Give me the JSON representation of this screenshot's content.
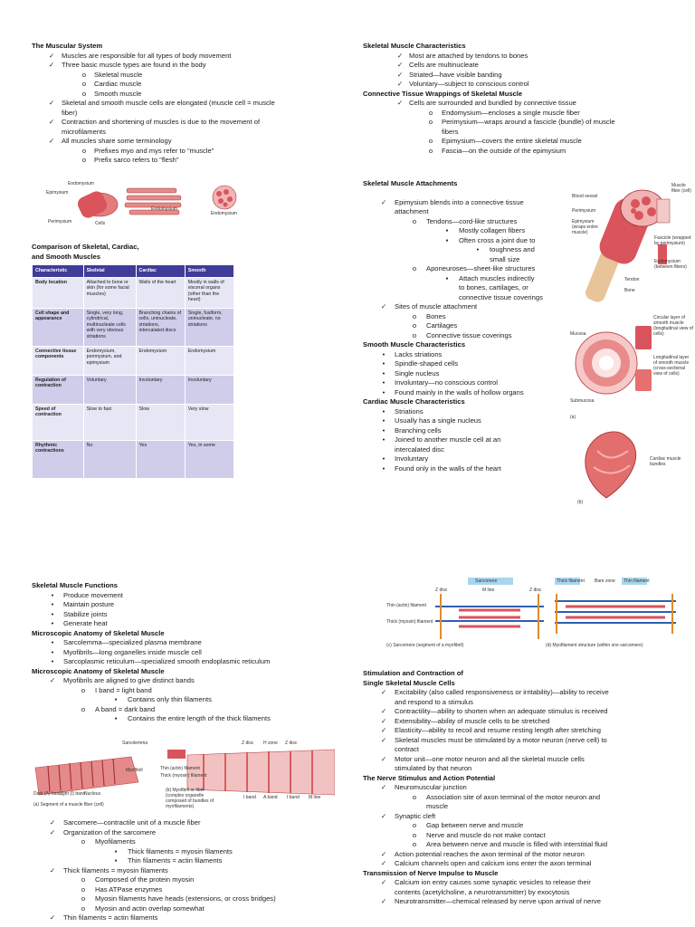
{
  "muscular_system": {
    "title": "The Muscular System",
    "b1": "Muscles are responsible for all types of body movement",
    "b2": "Three basic muscle types are found in the body",
    "b2_items": [
      "Skeletal muscle",
      "Cardiac muscle",
      "Smooth muscle"
    ],
    "b3a": "Skeletal and smooth muscle cells are elongated (muscle cell = muscle",
    "b3b": "fiber)",
    "b4a": "Contraction and shortening of muscles is due to the movement of",
    "b4b": "microfilaments",
    "b5": "All muscles share some terminology",
    "b5_items": [
      "Prefixes myo and mys refer to \"muscle\"",
      "Prefix sarco refers to \"flesh\""
    ],
    "fig_labels": [
      "Endomysium",
      "Epimysium",
      "Perimysium",
      "Cells",
      "Endomysium",
      "Endomysium"
    ]
  },
  "comparison": {
    "title1": "Comparison of Skeletal, Cardiac,",
    "title2": "and Smooth Muscles",
    "headers": [
      "Characteristic",
      "Skeletal",
      "Cardiac",
      "Smooth"
    ],
    "rows": [
      [
        "Body location",
        "Attached to bone or skin (for some facial muscles)",
        "Walls of the heart",
        "Mostly in walls of visceral organs (other than the heart)"
      ],
      [
        "Cell shape and appearance",
        "Single, very long, cylindrical, multinucleate cells with very obvious striations",
        "Branching chains of cells, uninucleate, striations, intercalated discs",
        "Single, fusiform, uninucleate, no striations"
      ],
      [
        "Connective tissue components",
        "Endomysium, perimysium, and epimysium",
        "Endomysium",
        "Endomysium"
      ],
      [
        "Regulation of contraction",
        "Voluntary",
        "Involuntary",
        "Involuntary"
      ],
      [
        "Speed of contraction",
        "Slow to fast",
        "Slow",
        "Very slow"
      ],
      [
        "Rhythmic contractions",
        "No",
        "Yes",
        "Yes, in some"
      ]
    ]
  },
  "skeletal_characteristics": {
    "title": "Skeletal Muscle Characteristics",
    "items": [
      "Most are attached by tendons to bones",
      "Cells are multinucleate",
      "Striated—have visible banding",
      "Voluntary—subject to conscious control"
    ],
    "wrap_title": "Connective Tissue Wrappings of Skeletal Muscle",
    "wrap_item": "Cells are surrounded and bundled by connective tissue",
    "w1": "Endomysium—encloses a single muscle fiber",
    "w2a": "Perimysium—wraps around a fascicle (bundle) of muscle",
    "w2b": "fibers",
    "w3": "Epimysium—covers the entire skeletal muscle",
    "w4": "Fascia—on the outside of the epimysium"
  },
  "attachments": {
    "title": "Skeletal Muscle Attachments",
    "e1a": "Epimysium blends into a connective tissue",
    "e1b": "attachment",
    "tendons": "Tendons—cord-like structures",
    "t1": "Mostly collagen fibers",
    "t2": "Often cross a joint due to",
    "t3a": "toughness and",
    "t3b": "small size",
    "apo": "Aponeuroses—sheet-like structures",
    "a1a": "Attach muscles indirectly",
    "a1b": "to bones, cartilages, or",
    "a1c": "connective tissue coverings",
    "sites": "Sites of muscle attachment",
    "site_items": [
      "Bones",
      "Cartilages",
      "Connective tissue coverings"
    ],
    "fig_labels": [
      "Blood vessel",
      "Perimysium",
      "Epimysium (wraps entire muscle)",
      "Muscle fiber (cell)",
      "Fascicle (wrapped by perimysium)",
      "Endomysium (between fibers)",
      "Tendon",
      "Bone"
    ]
  },
  "smooth": {
    "title": "Smooth Muscle Characteristics",
    "items": [
      "Lacks striations",
      "Spindle-shaped cells",
      "Single nucleus",
      "Involuntary—no conscious control",
      "Found mainly in the walls of hollow organs"
    ],
    "fig_labels": [
      "Mucosa",
      "Submucosa",
      "Circular layer of smooth muscle (longitudinal view of cells)",
      "Longitudinal layer of smooth muscle (cross-sectional view of cells)",
      "(a)"
    ]
  },
  "cardiac": {
    "title": "Cardiac Muscle Characteristics",
    "i1": "Striations",
    "i2": "Usually has a single nucleus",
    "i3": "Branching cells",
    "i4a": "Joined to another muscle cell at an",
    "i4b": "intercalated disc",
    "i5": "Involuntary",
    "i6": "Found only in the walls of the heart",
    "fig_labels": [
      "Cardiac muscle bundles",
      "(b)"
    ]
  },
  "functions": {
    "title": "Skeletal Muscle Functions",
    "items": [
      "Produce movement",
      "Maintain posture",
      "Stabilize joints",
      "Generate heat"
    ]
  },
  "micro1": {
    "title": "Microscopic Anatomy of Skeletal Muscle",
    "items": [
      "Sarcolemma—specialized plasma membrane",
      "Myofibrils—long organelles inside muscle cell",
      "Sarcoplasmic reticulum—specialized smooth endoplasmic reticulum"
    ]
  },
  "micro2": {
    "title": "Microscopic Anatomy of Skeletal Muscle",
    "item": "Myofibrils are aligned to give distinct bands",
    "iband": "I band = light band",
    "iband_sub": "Contains only thin filaments",
    "aband": "A band = dark band",
    "aband_sub": "Contains the entire length of the thick filaments",
    "fig_labels": [
      "Sarcolemma",
      "Myofibril",
      "Dark (A) band",
      "Light (I) band",
      "Nucleus",
      "(a) Segment of a muscle fiber (cell)",
      "Z disc",
      "H zone",
      "Z disc",
      "Thin (actin) filament",
      "Thick (myosin) filament",
      "(b) Myofibril or fibril (complex organelle composed of bundles of myofilaments)",
      "I band",
      "A band",
      "I band",
      "M line"
    ]
  },
  "sarcomere": {
    "s1": "Sarcomere—contractile unit of a muscle fiber",
    "s2": "Organization of the sarcomere",
    "myo": "Myofilaments",
    "f1": "Thick filaments = myosin filaments",
    "f2": "Thin filaments = actin filaments",
    "thick": "Thick filaments = myosin filaments",
    "k1": "Composed of the protein myosin",
    "k2": "Has ATPase enzymes",
    "k3": "Myosin filaments have heads (extensions, or cross bridges)",
    "k4": "Myosin and actin overlap somewhat",
    "thin": "Thin filaments = actin filaments"
  },
  "sarc_fig": {
    "labels": [
      "Sarcomere",
      "Z disc",
      "M line",
      "Z disc",
      "Thin (actin) filament",
      "Thick (myosin) filament",
      "(c) Sarcomere (segment of a myofibril)",
      "Thick filament",
      "Bare zone",
      "Thin filament",
      "(d) Myofilament structure (within one sarcomere)"
    ]
  },
  "stimulation": {
    "title1": "Stimulation and Contraction of",
    "title2": "Single Skeletal Muscle Cells",
    "e1a": "Excitability (also called responsiveness or irritability)—ability to receive",
    "e1b": "and respond to a stimulus",
    "e2": "Contractility—ability to shorten when an adequate stimulus is received",
    "e3": "Extensibility—ability of muscle cells to be stretched",
    "e4": "Elasticity—ability to recoil and resume resting length after stretching",
    "e5a": "Skeletal muscles must be stimulated by a motor neuron (nerve cell) to",
    "e5b": "contract",
    "e6a": "Motor unit—one motor neuron and all the skeletal muscle cells",
    "e6b": "stimulated by that neuron"
  },
  "nerve": {
    "title": "The Nerve Stimulus and Action Potential",
    "nmj": "Neuromuscular junction",
    "n1a": "Association site of axon terminal of the motor neuron and",
    "n1b": "muscle",
    "cleft": "Synaptic cleft",
    "c1": "Gap between nerve and muscle",
    "c2": "Nerve and muscle do not make contact",
    "c3": "Area between nerve and muscle is filled with interstitial fluid",
    "ap1": "Action potential reaches the axon terminal of the motor neuron",
    "ap2": "Calcium channels open and calcium ions enter the axon terminal"
  },
  "transmission": {
    "title": "Transmission of Nerve Impulse to Muscle",
    "t1a": "Calcium ion entry causes some synaptic vesicles to release their",
    "t1b": "contents (acetylcholine, a neurotransmitter) by exocytosis",
    "t2": "Neurotransmitter—chemical released by nerve upon arrival of nerve"
  },
  "colors": {
    "table_header": "#3f3d99",
    "table_row_a": "#cfcdea",
    "table_row_b": "#e7e6f5",
    "muscle_red": "#d9545c"
  },
  "icons": [
    "check-icon",
    "circle-bullet-icon",
    "square-bullet-icon",
    "dot-bullet-icon"
  ]
}
